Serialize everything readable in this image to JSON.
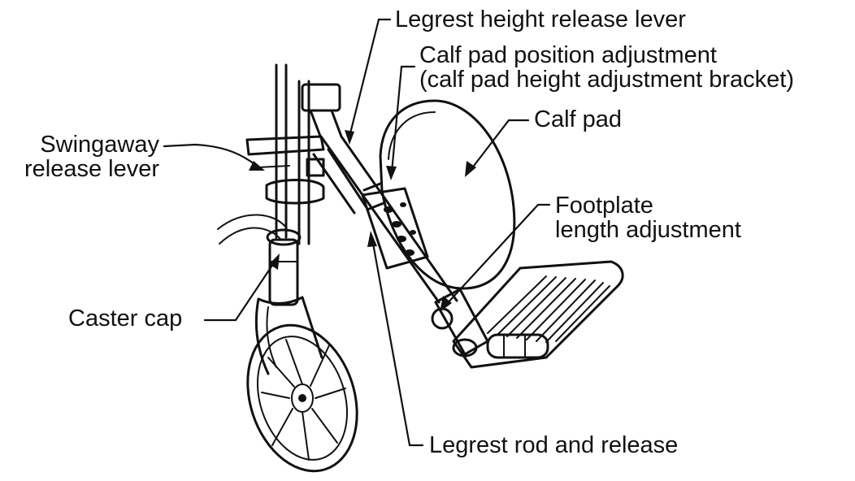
{
  "labels": {
    "legrest_height_release_lever": "Legrest height release lever",
    "calf_pad_position_line1": "Calf pad position adjustment",
    "calf_pad_position_line2": "(calf pad height adjustment bracket)",
    "calf_pad": "Calf pad",
    "swingaway_line1": "Swingaway",
    "swingaway_line2": "release lever",
    "footplate_line1": "Footplate",
    "footplate_line2": "length adjustment",
    "caster_cap": "Caster cap",
    "legrest_rod_and_release": "Legrest rod and release"
  },
  "colors": {
    "ink": "#111111",
    "background": "#ffffff"
  }
}
